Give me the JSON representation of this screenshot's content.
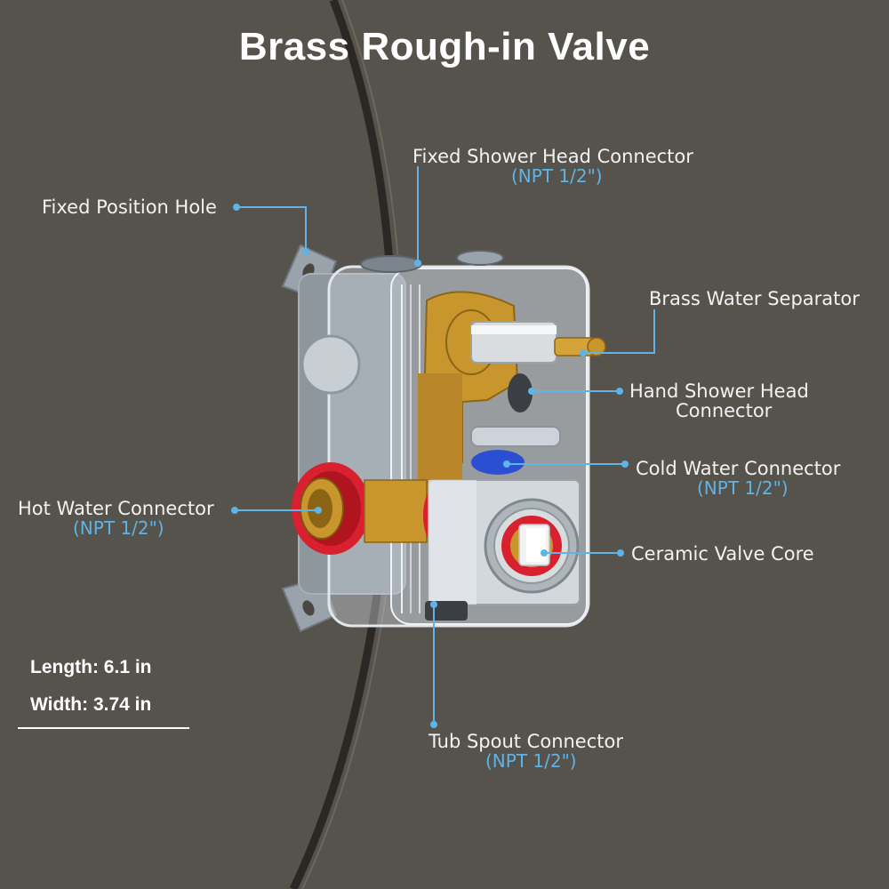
{
  "title": "Brass Rough-in Valve",
  "labels": {
    "fixed_shower": "Fixed Shower Head Connector",
    "fixed_shower_spec": "(NPT 1/2\")",
    "fixed_position_hole": "Fixed Position Hole",
    "brass_separator": "Brass Water Separator",
    "hand_shower_line1": "Hand Shower Head",
    "hand_shower_line2": "Connector",
    "cold_water": "Cold Water Connector",
    "cold_water_spec": "(NPT 1/2\")",
    "hot_water": "Hot Water Connector",
    "hot_water_spec": "(NPT 1/2\")",
    "ceramic_core": "Ceramic Valve Core",
    "tub_spout": "Tub Spout Connector",
    "tub_spout_spec": "(NPT 1/2\")"
  },
  "dimensions": {
    "length": "Length: 6.1 in",
    "width": "Width: 3.74 in"
  },
  "colors": {
    "background": "#56524c",
    "leader": "#5fb3e6",
    "brass": "#c9962e",
    "hot_ring": "#d8202f",
    "cold_ring": "#2a4fd0"
  }
}
